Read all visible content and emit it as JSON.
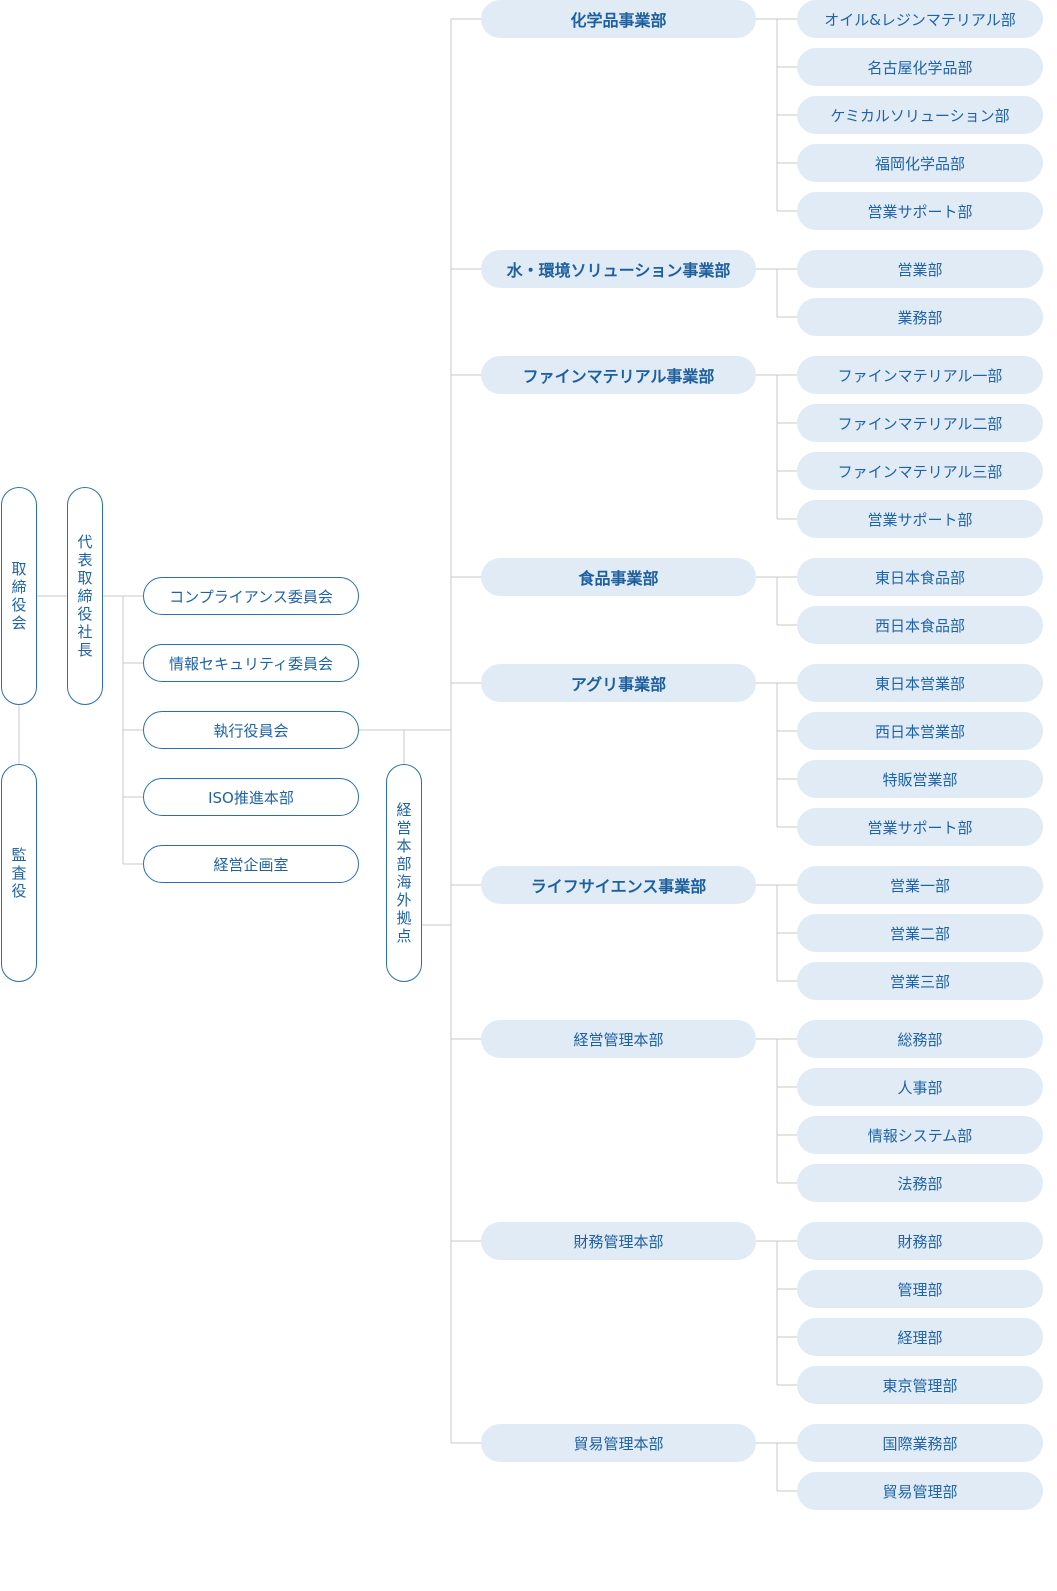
{
  "board": "取締役会",
  "auditor": "監査役",
  "president": "代表取締役社長",
  "headquarters": "経営本部海外拠点",
  "committees": [
    "コンプライアンス委員会",
    "情報セキュリティ委員会",
    "執行役員会",
    "ISO推進本部",
    "経営企画室"
  ],
  "divisions": [
    {
      "name": "化学品事業部",
      "departments": [
        "オイル&レジンマテリアル部",
        "名古屋化学品部",
        "ケミカルソリューション部",
        "福岡化学品部",
        "営業サポート部"
      ]
    },
    {
      "name": "水・環境ソリューション事業部",
      "departments": [
        "営業部",
        "業務部"
      ]
    },
    {
      "name": "ファインマテリアル事業部",
      "departments": [
        "ファインマテリアル一部",
        "ファインマテリアル二部",
        "ファインマテリアル三部",
        "営業サポート部"
      ]
    },
    {
      "name": "食品事業部",
      "departments": [
        "東日本食品部",
        "西日本食品部"
      ]
    },
    {
      "name": "アグリ事業部",
      "departments": [
        "東日本営業部",
        "西日本営業部",
        "特販営業部",
        "営業サポート部"
      ]
    },
    {
      "name": "ライフサイエンス事業部",
      "departments": [
        "営業一部",
        "営業二部",
        "営業三部"
      ]
    },
    {
      "name": "経営管理本部",
      "departments": [
        "総務部",
        "人事部",
        "情報システム部",
        "法務部"
      ]
    },
    {
      "name": "財務管理本部",
      "departments": [
        "財務部",
        "管理部",
        "経理部",
        "東京管理部"
      ]
    },
    {
      "name": "貿易管理本部",
      "departments": [
        "国際業務部",
        "貿易管理部"
      ]
    }
  ]
}
